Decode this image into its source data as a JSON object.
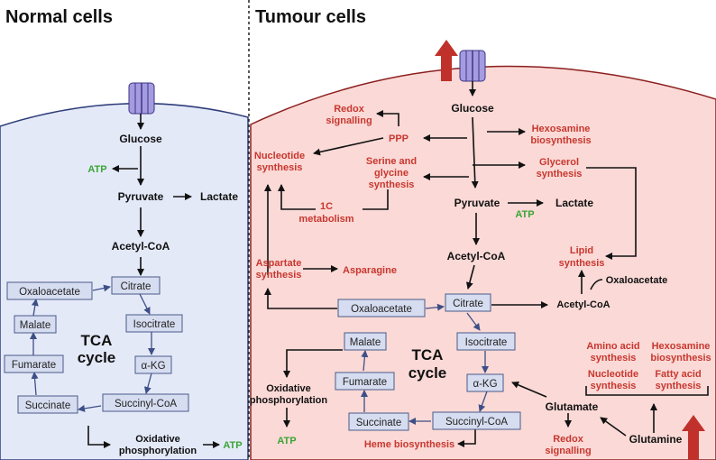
{
  "panels": {
    "normal_title": "Normal cells",
    "tumour_title": "Tumour cells"
  },
  "normal": {
    "glucose": "Glucose",
    "atp": "ATP",
    "pyruvate": "Pyruvate",
    "lactate": "Lactate",
    "acetyl_coa": "Acetyl-CoA",
    "citrate": "Citrate",
    "oxaloacetate": "Oxaloacetate",
    "isocitrate": "Isocitrate",
    "malate": "Malate",
    "akg": "α-KG",
    "fumarate": "Fumarate",
    "succinate": "Succinate",
    "succinyl_coa": "Succinyl-CoA",
    "tca_line1": "TCA",
    "tca_line2": "cycle",
    "oxphos_line1": "Oxidative",
    "oxphos_line2": "phosphorylation",
    "oxphos_atp": "ATP"
  },
  "tumour": {
    "glucose": "Glucose",
    "redox_line1": "Redox",
    "redox_line2": "signalling",
    "ppp": "PPP",
    "hexosamine_line1": "Hexosamine",
    "hexosamine_line2": "biosynthesis",
    "nucleotide_line1": "Nucleotide",
    "nucleotide_line2": "synthesis",
    "serine_line1": "Serine and",
    "serine_line2": "glycine",
    "serine_line3": "synthesis",
    "glycerol_line1": "Glycerol",
    "glycerol_line2": "synthesis",
    "onec_line1": "1C",
    "onec_line2": "metabolism",
    "pyruvate": "Pyruvate",
    "lactate": "Lactate",
    "atp": "ATP",
    "acetyl_coa": "Acetyl-CoA",
    "lipid_line1": "Lipid",
    "lipid_line2": "synthesis",
    "oxaloacetate_small": "Oxaloacetate",
    "acetyl_coa2": "Acetyl-CoA",
    "aspartate_line1": "Aspartate",
    "aspartate_line2": "synthesis",
    "asparagine": "Asparagine",
    "oxaloacetate": "Oxaloacetate",
    "citrate": "Citrate",
    "malate": "Malate",
    "isocitrate": "Isocitrate",
    "tca_line1": "TCA",
    "tca_line2": "cycle",
    "fumarate": "Fumarate",
    "akg": "α-KG",
    "succinate": "Succinate",
    "succinyl_coa": "Succinyl-CoA",
    "oxphos_line1": "Oxidative",
    "oxphos_line2": "phosphorylation",
    "oxphos_atp": "ATP",
    "heme": "Heme biosynthesis",
    "glutamate": "Glutamate",
    "redox2_line1": "Redox",
    "redox2_line2": "signalling",
    "glutamine": "Glutamine",
    "amino_line1": "Amino acid",
    "amino_line2": "synthesis",
    "hexo2_line1": "Hexosamine",
    "hexo2_line2": "biosynthesis",
    "nucl2_line1": "Nucleotide",
    "nucl2_line2": "synthesis",
    "fatty_line1": "Fatty acid",
    "fatty_line2": "synthesis"
  },
  "colors": {
    "normal_cell": "#e4e9f8",
    "tumour_cell": "#fad9d6",
    "red_text": "#c8372f",
    "green_text": "#3aa535",
    "upregulated_arrow": "#c0312b"
  }
}
